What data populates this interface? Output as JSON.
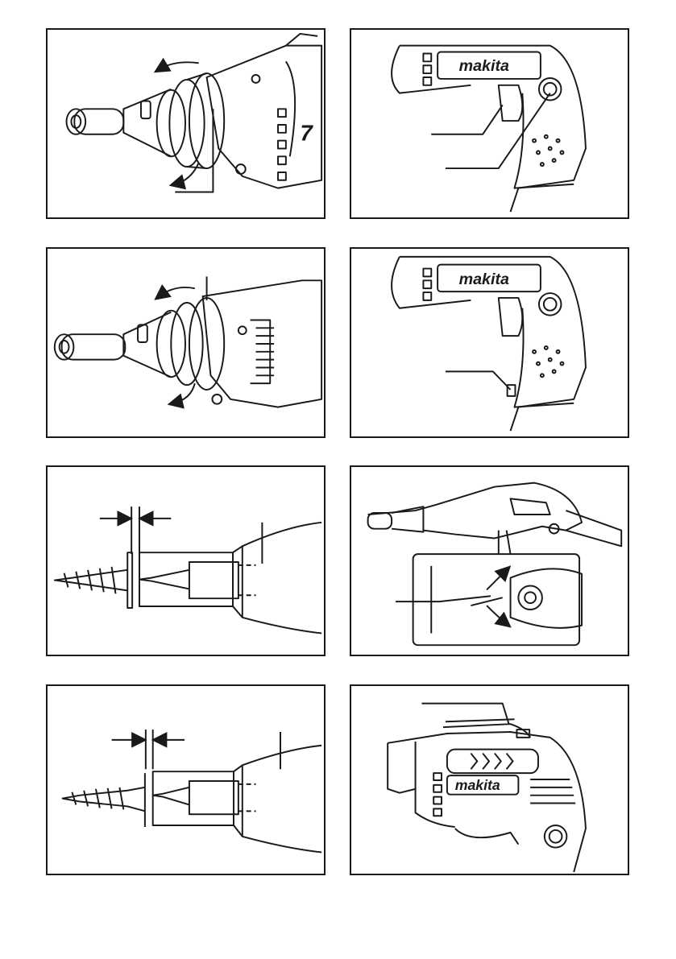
{
  "page": {
    "background": "#ffffff",
    "line_color": "#1a1a1a"
  },
  "figures": [
    {
      "id": "fig1",
      "subject": "screwdriver nose with locator adjusting ring"
    },
    {
      "id": "fig2",
      "subject": "switch trigger and lock button"
    },
    {
      "id": "fig3",
      "subject": "locator removal"
    },
    {
      "id": "fig4",
      "subject": "reversing switch lever"
    },
    {
      "id": "fig5",
      "subject": "screw depth adjustment, locator"
    },
    {
      "id": "fig6",
      "subject": "lock-on / speed adjust detail"
    },
    {
      "id": "fig7",
      "subject": "screw depth adjustment, locator"
    },
    {
      "id": "fig8",
      "subject": "hook on tool top"
    }
  ],
  "brand_logo_text": "makita",
  "nose_letter": "7"
}
